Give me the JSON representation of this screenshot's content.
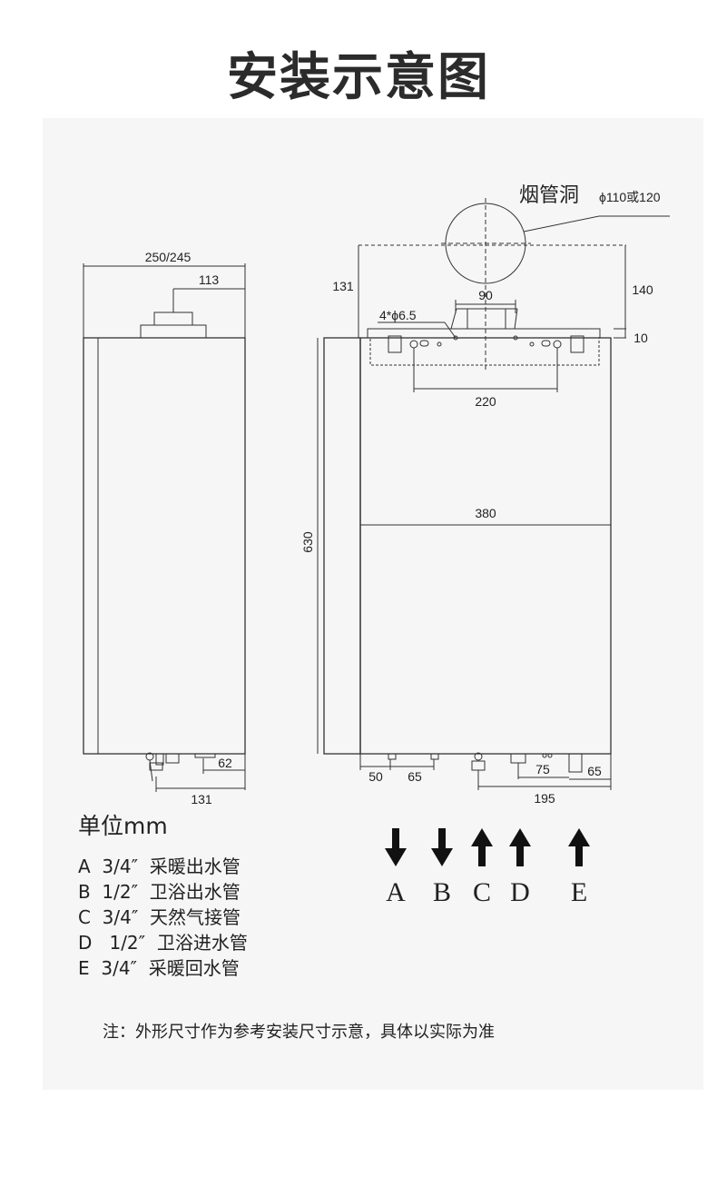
{
  "title": "安装示意图",
  "side_view": {
    "dim_width": "250/245",
    "dim_flue": "113",
    "dim_bottom_right": "62",
    "dim_bottom": "131"
  },
  "front_view": {
    "flue_hole_label": "烟管洞",
    "flue_hole_diameter": "ϕ110或120",
    "dim_left_131": "131",
    "dim_right_140": "140",
    "dim_right_10": "10",
    "dim_90": "90",
    "dim_holes": "4*ϕ6.5",
    "dim_220": "220",
    "dim_380": "380",
    "dim_630": "630",
    "dim_50": "50",
    "dim_65": "65",
    "dim_75": "75",
    "dim_65_right": "65",
    "dim_195": "195"
  },
  "arrows": [
    {
      "letter": "A",
      "direction": "down"
    },
    {
      "letter": "B",
      "direction": "down"
    },
    {
      "letter": "C",
      "direction": "up"
    },
    {
      "letter": "D",
      "direction": "up"
    },
    {
      "letter": "E",
      "direction": "up"
    }
  ],
  "unit": "单位mm",
  "legend": [
    "A  3/4″  采暖出水管",
    "B  1/2″  卫浴出水管",
    "C  3/4″  天然气接管",
    "D   1/2″  卫浴进水管",
    "E  3/4″  采暖回水管"
  ],
  "note": "注：外形尺寸作为参考安装尺寸示意，具体以实际为准"
}
